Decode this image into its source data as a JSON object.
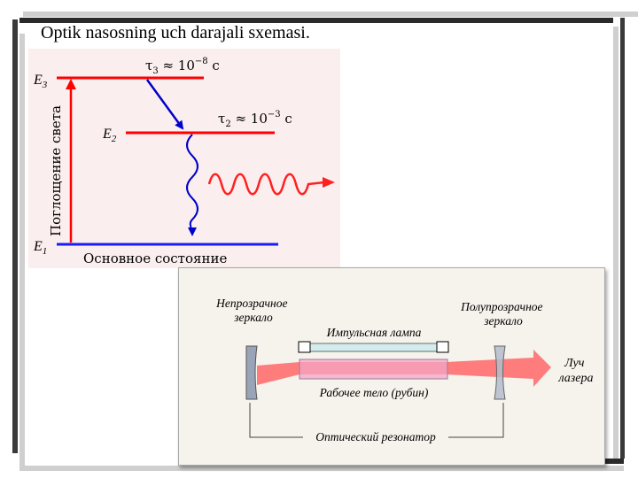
{
  "slide": {
    "title": "Optik nasosning uch darajali sxemasi."
  },
  "energy_diagram": {
    "levels": {
      "e3": {
        "symbol": "E",
        "sub": "3"
      },
      "e2": {
        "symbol": "E",
        "sub": "2"
      },
      "e1": {
        "symbol": "E",
        "sub": "1"
      }
    },
    "tau3": {
      "symbol": "τ",
      "sub": "3",
      "approx": " ≈ 10",
      "exp": "−8",
      "unit": " с"
    },
    "tau2": {
      "symbol": "τ",
      "sub": "2",
      "approx": " ≈ 10",
      "exp": "−3",
      "unit": " с"
    },
    "absorption_label": "Поглощение света",
    "ground_state_label": "Основное состояние",
    "colors": {
      "absorption": "#ff0000",
      "relaxation": "#0000cc",
      "ground": "#1a1aff",
      "emission": "#ff2020"
    }
  },
  "laser_diagram": {
    "opaque_mirror": [
      "Непрозрачное",
      "зеркало"
    ],
    "semi_mirror": [
      "Полупрозрачное",
      "зеркало"
    ],
    "lamp_label": "Импульсная лампа",
    "body_label": "Рабочее тело (рубин)",
    "resonator_label": "Оптический резонатор",
    "beam_label": [
      "Луч",
      "лазера"
    ],
    "colors": {
      "beam": "#ff7070",
      "rod": "#f4a6c6",
      "lamp": "#d4ecec",
      "mirror": "#9aa4b8"
    }
  }
}
